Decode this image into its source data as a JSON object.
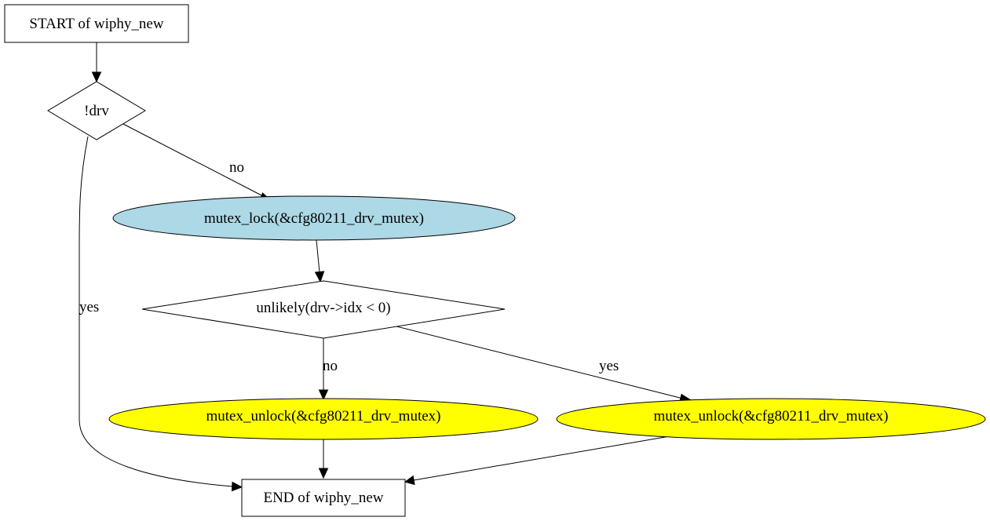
{
  "diagram": {
    "colors": {
      "background": "#ffffff",
      "stroke": "#000000",
      "lock_fill": "#add8e6",
      "unlock_fill": "#ffff00",
      "box_fill": "#ffffff"
    },
    "nodes": {
      "start": {
        "label": "START of wiphy_new",
        "shape": "box"
      },
      "cond_drv": {
        "label": "!drv",
        "shape": "diamond"
      },
      "mutex_lock": {
        "label": "mutex_lock(&cfg80211_drv_mutex)",
        "shape": "ellipse"
      },
      "cond_idx": {
        "label": "unlikely(drv->idx < 0)",
        "shape": "diamond"
      },
      "unlock_no": {
        "label": "mutex_unlock(&cfg80211_drv_mutex)",
        "shape": "ellipse"
      },
      "unlock_yes": {
        "label": "mutex_unlock(&cfg80211_drv_mutex)",
        "shape": "ellipse"
      },
      "end": {
        "label": "END of wiphy_new",
        "shape": "box"
      }
    },
    "edges": {
      "drv_no": {
        "from": "cond_drv",
        "to": "mutex_lock",
        "label": "no"
      },
      "drv_yes": {
        "from": "cond_drv",
        "to": "end",
        "label": "yes"
      },
      "idx_no": {
        "from": "cond_idx",
        "to": "unlock_no",
        "label": "no"
      },
      "idx_yes": {
        "from": "cond_idx",
        "to": "unlock_yes",
        "label": "yes"
      }
    }
  }
}
